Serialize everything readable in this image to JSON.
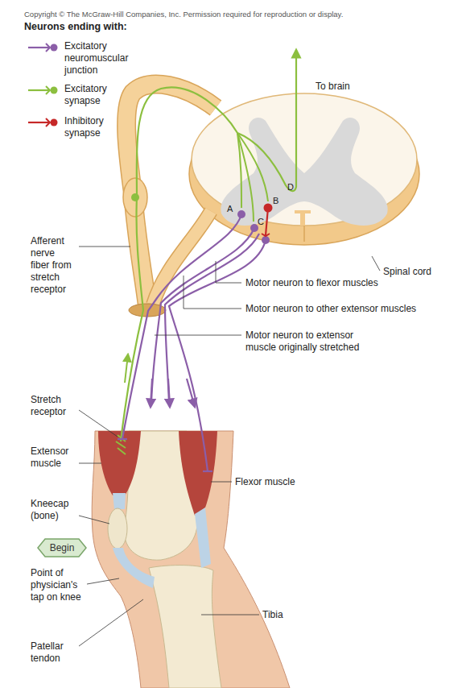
{
  "diagram": {
    "nodes": [
      {
        "text": [
          "Begin"
        ]
      }
    ],
    "labels": [
      "Copyright © The McGraw-Hill Companies, Inc. Permission required for reproduction or display.",
      "Neurons ending with:",
      "To brain",
      "A",
      "B",
      "C",
      "D",
      "Afferent nerve fiber from stretch receptor",
      "Spinal cord",
      "Motor neuron to flexor muscles",
      "Motor neuron to other extensor muscles",
      "Motor neuron to extensor muscle originally stretched",
      "Stretch receptor",
      "Extensor muscle",
      "Flexor muscle",
      "Kneecap (bone)",
      "Point of physician's tap on knee",
      "Tibia",
      "Patellar tendon"
    ],
    "legend": [
      {
        "text": "Excitatory neuromuscular junction"
      },
      {
        "text": "Excitatory synapse"
      },
      {
        "text": "Inhibitory synapse"
      }
    ]
  }
}
